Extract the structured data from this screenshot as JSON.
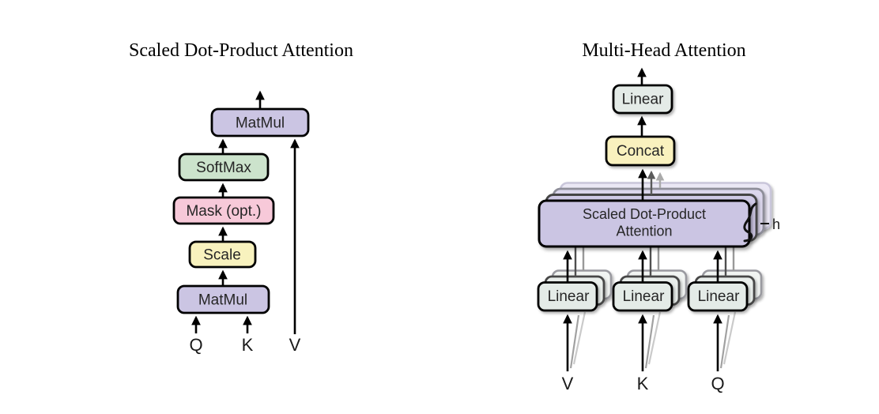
{
  "colors": {
    "background": "#ffffff",
    "purple": "#CBC5E3",
    "green": "#CCE3CC",
    "pink": "#F7C9D9",
    "yellow": "#F8F2BE",
    "concat_yellow": "#F9F1BE",
    "linear_gray": "#E4EBE7",
    "ghost_purple_1": "#CFC9E6",
    "ghost_purple_2": "#DBD6EC",
    "ghost_purple_3": "#EBE8F5",
    "ghost_linear_1": "#E9EEEB",
    "ghost_linear_2": "#F1F4F2"
  },
  "left": {
    "title": "Scaled Dot-Product Attention",
    "matmul_top": "MatMul",
    "softmax": "SoftMax",
    "mask": "Mask (opt.)",
    "scale": "Scale",
    "matmul_bottom": "MatMul",
    "input_q": "Q",
    "input_k": "K",
    "input_v": "V"
  },
  "right": {
    "title": "Multi-Head Attention",
    "linear_out": "Linear",
    "concat": "Concat",
    "sdpa_line1": "Scaled Dot-Product",
    "sdpa_line2": "Attention",
    "heads_count_label": "h",
    "linear_v": "Linear",
    "linear_k": "Linear",
    "linear_q": "Linear",
    "input_v": "V",
    "input_k": "K",
    "input_q": "Q"
  }
}
